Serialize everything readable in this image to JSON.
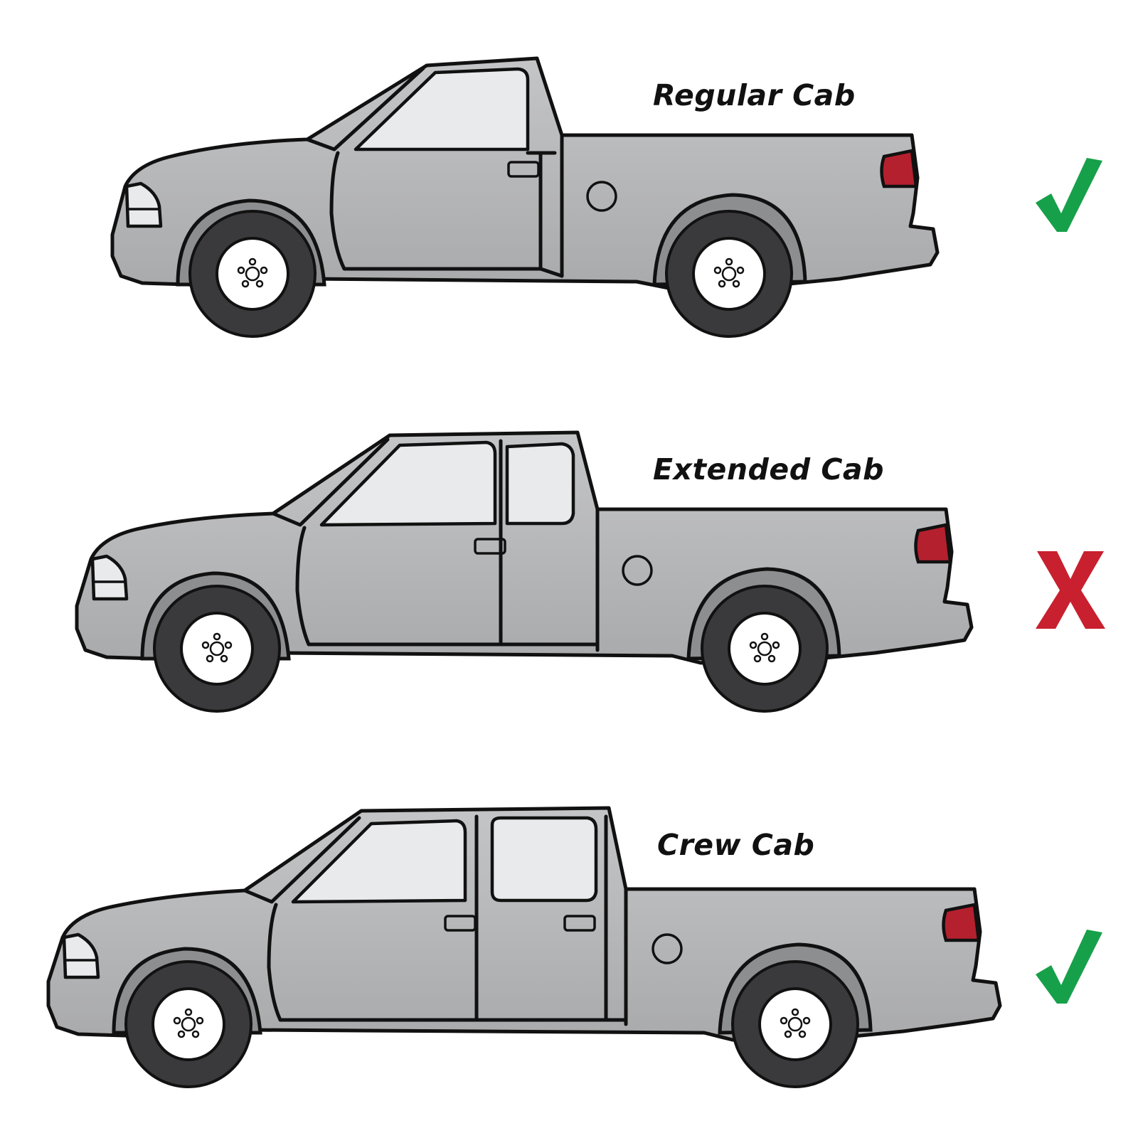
{
  "trucks": [
    {
      "label": "Regular Cab",
      "status": "check",
      "status_color": "#17a04a"
    },
    {
      "label": "Extended Cab",
      "status": "cross",
      "status_color": "#c8202e"
    },
    {
      "label": "Crew Cab",
      "status": "check",
      "status_color": "#17a04a"
    }
  ],
  "colors": {
    "body": "#b9babc",
    "window": "#e8eaeb",
    "taillight": "#b5202e",
    "tire": "#3a3a3c",
    "outline": "#111111"
  }
}
